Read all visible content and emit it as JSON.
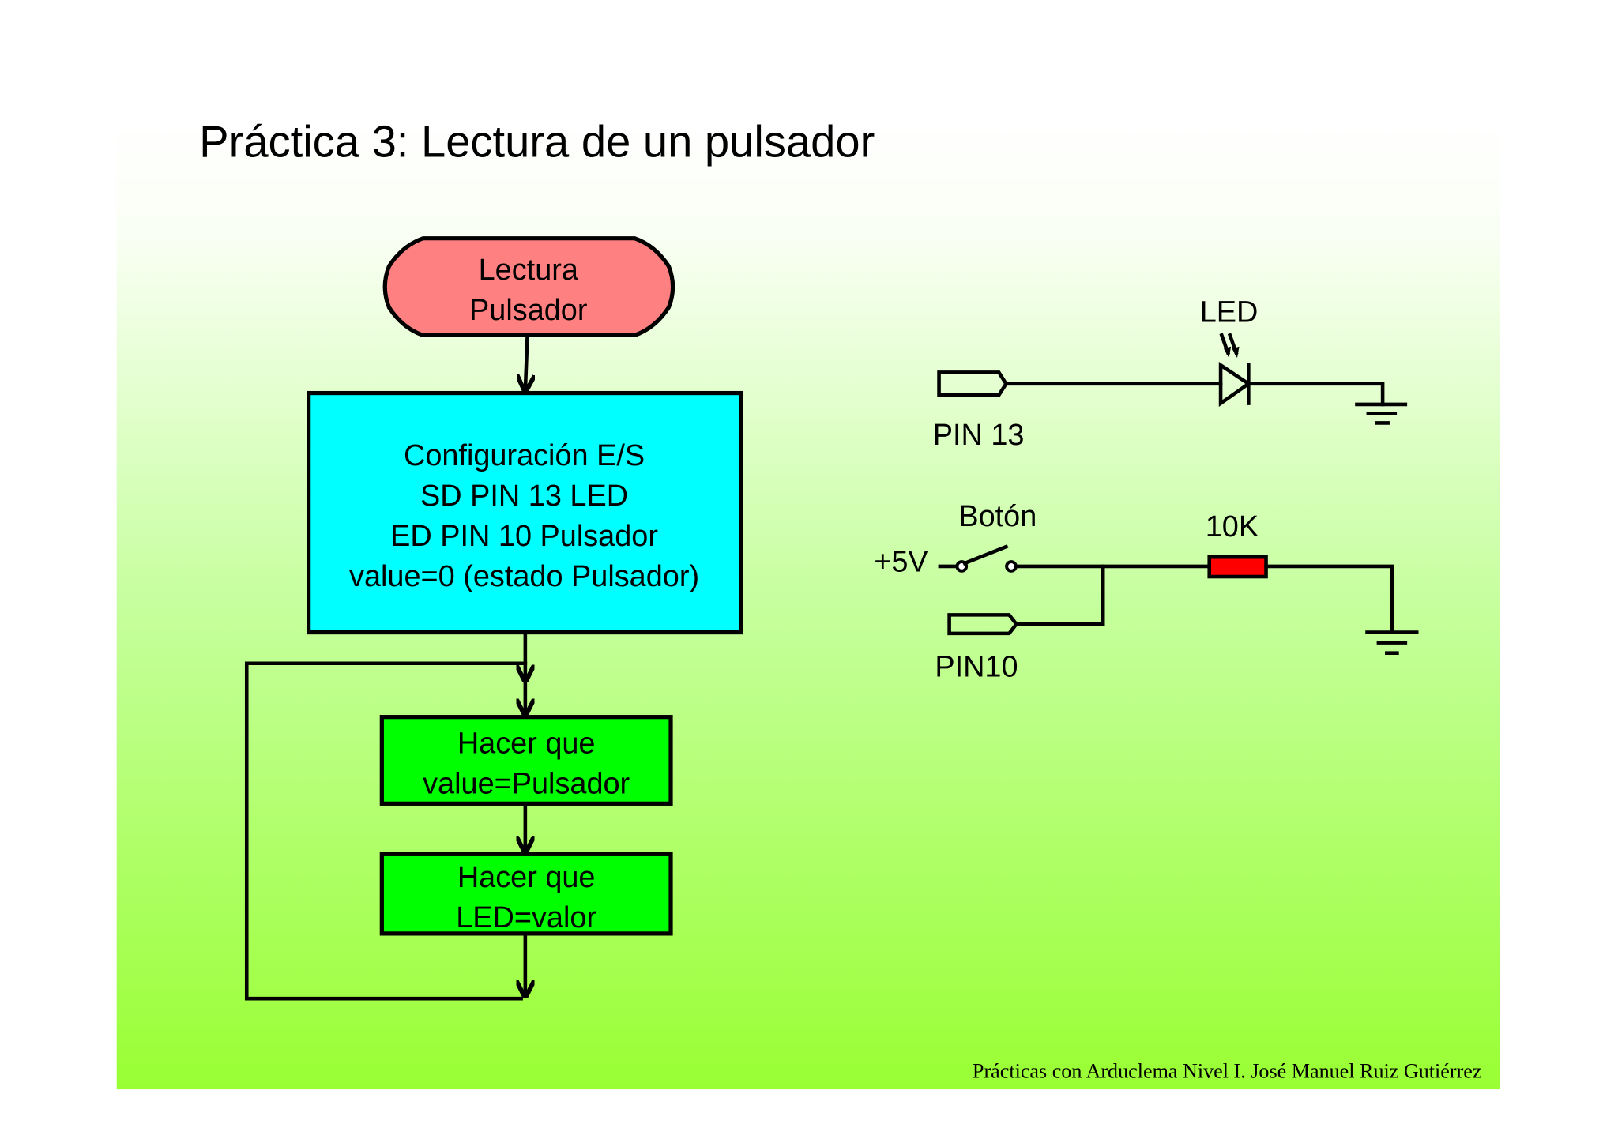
{
  "slide": {
    "title": "Práctica 3: Lectura de un pulsador",
    "footer": "Prácticas con Arduclema Nivel I.  José Manuel Ruiz Gutiérrez"
  },
  "flowchart": {
    "start": {
      "lines": [
        "Lectura",
        "Pulsador"
      ],
      "color": "#ff8080"
    },
    "config": {
      "lines": [
        "Configuración E/S",
        "SD PIN 13 LED",
        "ED PIN 10 Pulsador",
        "value=0 (estado Pulsador)"
      ],
      "color": "#00ffff"
    },
    "step1": {
      "lines": [
        "Hacer que",
        "value=Pulsador"
      ],
      "color": "#00ff00"
    },
    "step2": {
      "lines": [
        "Hacer que",
        "LED=valor"
      ],
      "color": "#00ff00"
    }
  },
  "circuit": {
    "led_label": "LED",
    "pin13_label": "PIN 13",
    "button_label": "Botón",
    "vcc_label": "+5V",
    "resistor_label": "10K",
    "pin10_label": "PIN10",
    "resistor_color": "#ff0000"
  },
  "colors": {
    "bg_top": "#ffffff",
    "bg_bottom": "#99ff33"
  }
}
